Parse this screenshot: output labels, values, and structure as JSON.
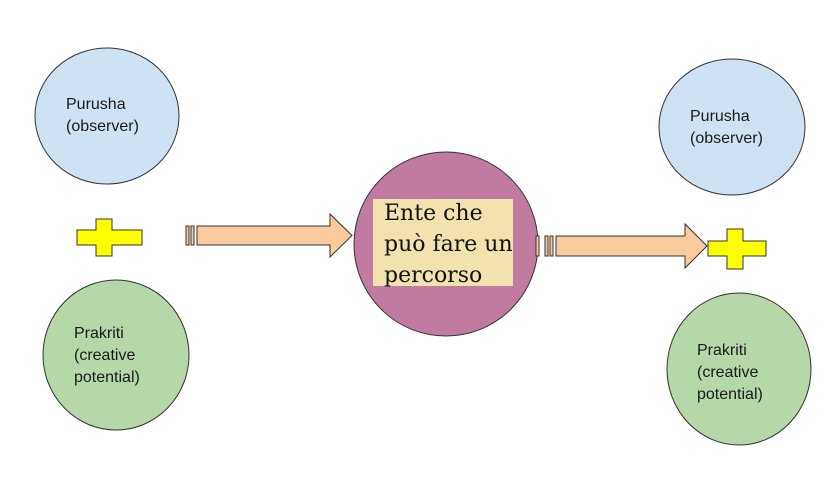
{
  "left": {
    "purusha": {
      "line1": "Purusha",
      "line2": "(observer)"
    },
    "prakriti": {
      "line1": "Prakriti",
      "line2": "(creative",
      "line3": "potential)"
    }
  },
  "center": {
    "line1": "Ente che",
    "line2": "può fare un",
    "line3": "percorso"
  },
  "right": {
    "purusha": {
      "line1": "Purusha",
      "line2": "(observer)"
    },
    "prakriti": {
      "line1": "Prakriti",
      "line2": "(creative",
      "line3": "potential)"
    }
  },
  "colors": {
    "purusha_fill": "#cfe2f3",
    "prakriti_fill": "#b6d7a8",
    "center_fill": "#c27ba0",
    "center_label_bg": "#f1e2ae",
    "plus_fill": "#ffff00",
    "arrow_fill": "#f9cb9c",
    "outline": "#333333"
  }
}
